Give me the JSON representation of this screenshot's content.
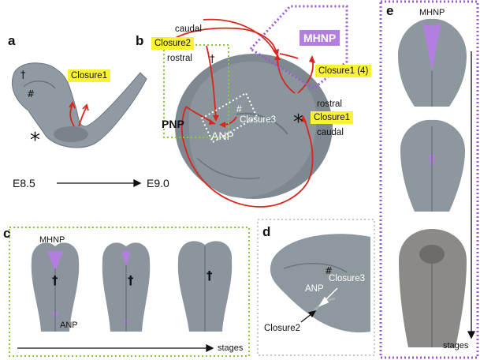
{
  "panels": {
    "a": "a",
    "b": "b",
    "c": "c",
    "d": "d",
    "e": "e"
  },
  "panel_a": {
    "closure1": "Closure1",
    "dagger": "†",
    "hash": "#",
    "asterisk": "*",
    "stage_from": "E8.5",
    "stage_to": "E9.0"
  },
  "panel_b": {
    "closure2": "Closure2",
    "mhnp": "MHNP",
    "closure1_4": "Closure1 (4)",
    "closure1": "Closure1",
    "caudal_top": "caudal",
    "rostral_top": "rostral",
    "rostral_right": "rostral",
    "caudal_right": "caudal",
    "pnp": "PNP",
    "anp": "ANP",
    "closure3": "Closure3",
    "dagger": "†",
    "hash": "#",
    "asterisk": "*"
  },
  "panel_c": {
    "mhnp": "MHNP",
    "anp": "ANP",
    "stages": "stages",
    "daggers": [
      "†",
      "†",
      "†"
    ]
  },
  "panel_d": {
    "hash": "#",
    "closure3": "Closure3",
    "anp": "ANP",
    "closure2": "Closure2"
  },
  "panel_e": {
    "mhnp": "MHNP",
    "stages": "stages"
  },
  "colors": {
    "label_yellow": "#fbf234",
    "mhnp_purple": "#b27fe0",
    "arrow_red": "#d9261c",
    "box_green": "#8cc63f",
    "box_purple": "#9b59d6"
  }
}
